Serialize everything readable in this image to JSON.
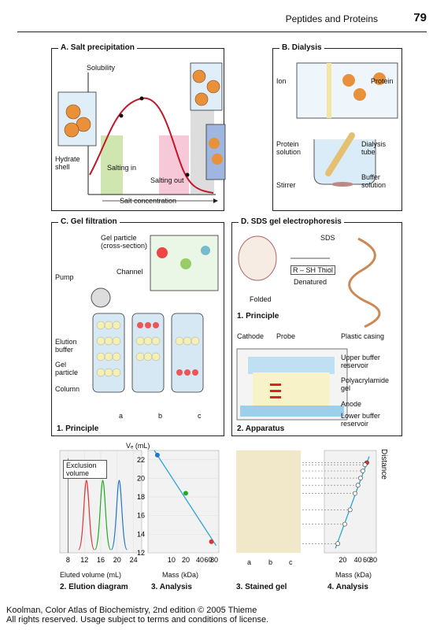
{
  "header": {
    "section": "Peptides and Proteins",
    "page": "79"
  },
  "panelA": {
    "title": "A. Salt precipitation",
    "solubility": "Solubility",
    "hydrate_shell": "Hydrate shell",
    "salting_in": "Salting in",
    "salting_out": "Salting out",
    "salt_concentration": "Salt concentration"
  },
  "panelB": {
    "title": "B. Dialysis",
    "ion": "Ion",
    "protein": "Protein",
    "protein_solution": "Protein solution",
    "dialysis_tube": "Dialysis tube",
    "buffer_solution": "Buffer solution",
    "stirrer": "Stirrer"
  },
  "panelC": {
    "title": "C. Gel filtration",
    "gel_particle_cs": "Gel particle (cross-section)",
    "channel": "Channel",
    "pump": "Pump",
    "elution_buffer": "Elution buffer",
    "gel_particle": "Gel particle",
    "column": "Column",
    "col_a": "a",
    "col_b": "b",
    "col_c": "c",
    "principle": "1. Principle",
    "exclusion_volume": "Exclusion volume",
    "ve_label": "Vₑ (mL)",
    "elution_xlabel": "Eluted volume (mL)",
    "elution_caption": "2. Elution diagram",
    "analysis_xlabel": "Mass (kDa)",
    "analysis_caption": "3. Analysis"
  },
  "panelD": {
    "title": "D. SDS gel electrophoresis",
    "sds": "SDS",
    "thiol": "R – SH Thiol",
    "denatured": "Denatured",
    "folded": "Folded",
    "principle": "1. Principle",
    "cathode": "Cathode",
    "probe": "Probe",
    "plastic_casing": "Plastic casing",
    "upper_buffer": "Upper buffer reservoir",
    "polyacrylamide": "Polyacrylamide gel",
    "anode": "Anode",
    "lower_buffer": "Lower buffer reservoir",
    "apparatus": "2. Apparatus",
    "lane_a": "a",
    "lane_b": "b",
    "lane_c": "c",
    "stained_gel": "3. Stained gel",
    "distance": "Distance",
    "analysis_xlabel": "Mass (kDa)",
    "analysis_caption": "4. Analysis"
  },
  "chart_data": [
    {
      "type": "line",
      "title": "",
      "xlabel": "Eluted volume (mL)",
      "ylabel": "",
      "x_ticks": [
        8,
        12,
        16,
        20,
        24
      ],
      "xlim": [
        6,
        26
      ],
      "series_colors": [
        "#d33",
        "#2a2",
        "#27c"
      ],
      "peak_x": [
        12.5,
        16.5,
        20.5
      ],
      "exclusion_x": 8
    },
    {
      "type": "scatter",
      "title": "",
      "xlabel": "Mass (kDa)",
      "ylabel": "Vₑ (mL)",
      "x_ticks": [
        10,
        20,
        40,
        60,
        80
      ],
      "y_ticks": [
        12,
        14,
        16,
        18,
        20,
        22
      ],
      "ylim": [
        12,
        23
      ],
      "points": [
        {
          "x": 5,
          "y": 22.5,
          "color": "#27c"
        },
        {
          "x": 20,
          "y": 18.4,
          "color": "#2a2"
        },
        {
          "x": 70,
          "y": 13.2,
          "color": "#d33"
        }
      ]
    },
    {
      "type": "scatter",
      "title": "",
      "xlabel": "Mass (kDa)",
      "ylabel": "Distance",
      "x_ticks": [
        20,
        40,
        60,
        80
      ],
      "points": [
        {
          "x": 60,
          "y": 0.12,
          "color": "#d33"
        },
        {
          "x": 55,
          "y": 0.14
        },
        {
          "x": 50,
          "y": 0.2
        },
        {
          "x": 45,
          "y": 0.27
        },
        {
          "x": 40,
          "y": 0.34
        },
        {
          "x": 35,
          "y": 0.42
        },
        {
          "x": 28,
          "y": 0.58
        },
        {
          "x": 22,
          "y": 0.72
        },
        {
          "x": 16,
          "y": 0.91
        }
      ]
    }
  ]
}
